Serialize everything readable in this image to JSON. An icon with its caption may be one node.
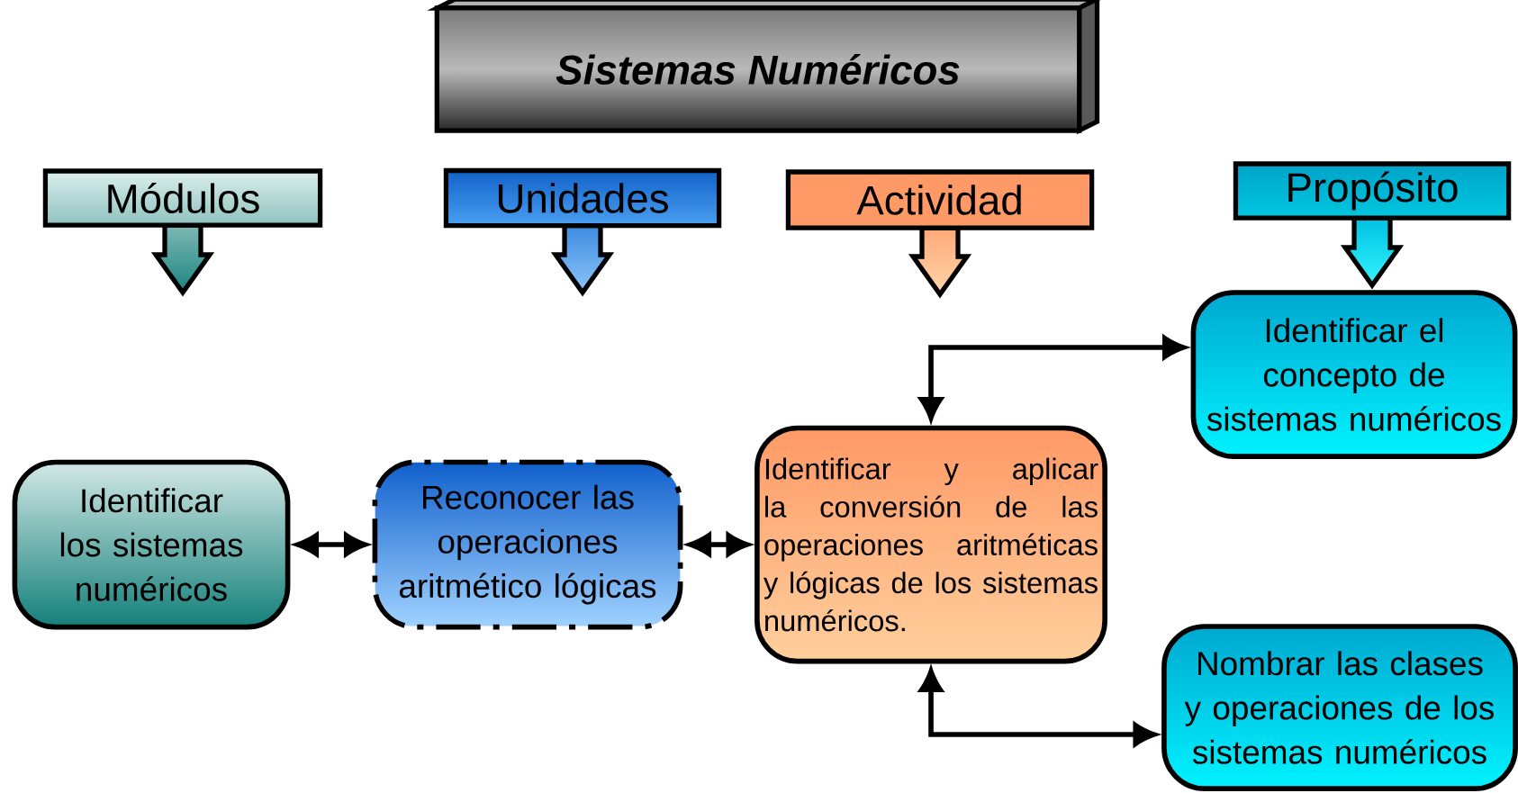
{
  "diagram": {
    "nodes": [
      {
        "text": [
          "Sistemas Numéricos"
        ]
      },
      {
        "text": [
          "Módulos"
        ]
      },
      {
        "text": [
          "Unidades"
        ]
      },
      {
        "text": [
          "Actividad"
        ]
      },
      {
        "text": [
          "Propósito"
        ]
      },
      {
        "text": [
          "Identificar los sistemas numéricos"
        ]
      },
      {
        "text": [
          "Reconocer las operaciones aritmético lógicas"
        ]
      },
      {
        "text": [
          "Identificar y aplicar la conversión de las operaciones aritméticas y lógicas de los sistemas numéricos."
        ]
      },
      {
        "text": [
          "Identificar el concepto de sistemas numéricos"
        ]
      },
      {
        "text": [
          "Nombrar las clases y operaciones de  los sistemas numéricos"
        ]
      }
    ],
    "edges": [
      {
        "from": 5,
        "to": 6,
        "arrow": "both"
      },
      {
        "from": 6,
        "to": 7,
        "arrow": "both"
      },
      {
        "from": 7,
        "to": 8,
        "arrow": "both"
      },
      {
        "from": 7,
        "to": 9,
        "arrow": "both"
      }
    ]
  }
}
